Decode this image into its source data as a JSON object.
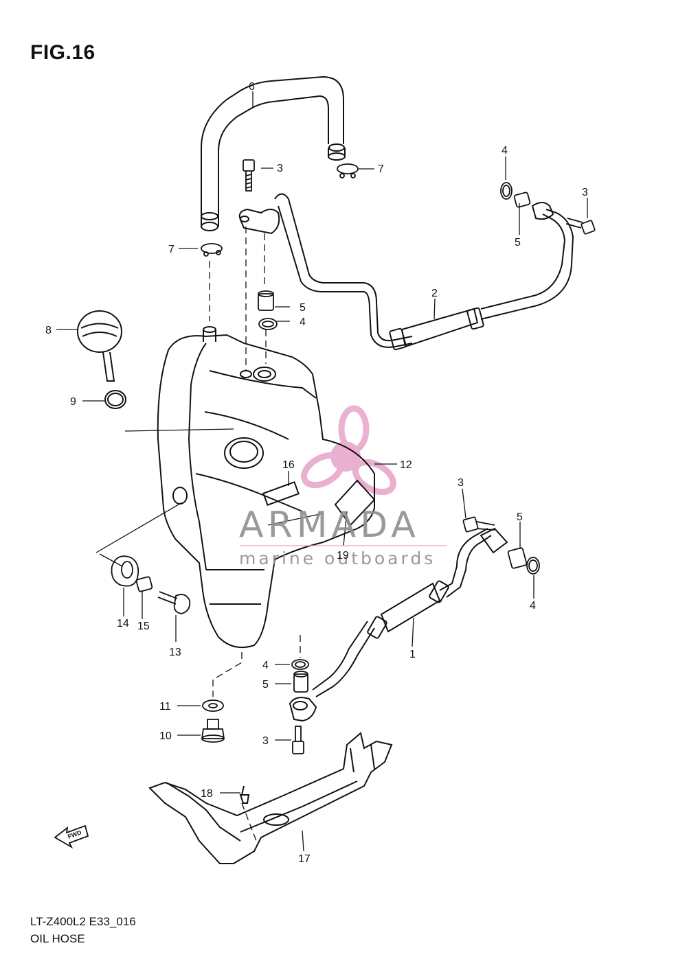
{
  "figure": {
    "title": "FIG.16",
    "model_code": "LT-Z400L2 E33_016",
    "caption": "OIL HOSE"
  },
  "watermark": {
    "brand": "ARMADA",
    "tagline": "marine outboards",
    "brand_color": "#8f8f8f",
    "logo_color": "#e6a3c8"
  },
  "direction_marker": {
    "label": "FWD"
  },
  "callouts": [
    {
      "id": "c6",
      "label": "6"
    },
    {
      "id": "c3a",
      "label": "3"
    },
    {
      "id": "c7a",
      "label": "7"
    },
    {
      "id": "c4a",
      "label": "4"
    },
    {
      "id": "c3b",
      "label": "3"
    },
    {
      "id": "c5a",
      "label": "5"
    },
    {
      "id": "c7b",
      "label": "7"
    },
    {
      "id": "c5b",
      "label": "5"
    },
    {
      "id": "c4b",
      "label": "4"
    },
    {
      "id": "c2",
      "label": "2"
    },
    {
      "id": "c8",
      "label": "8"
    },
    {
      "id": "c9",
      "label": "9"
    },
    {
      "id": "c12",
      "label": "12"
    },
    {
      "id": "c16",
      "label": "16"
    },
    {
      "id": "c3c",
      "label": "3"
    },
    {
      "id": "c5c",
      "label": "5"
    },
    {
      "id": "c19",
      "label": "19"
    },
    {
      "id": "c4c",
      "label": "4"
    },
    {
      "id": "c14",
      "label": "14"
    },
    {
      "id": "c15",
      "label": "15"
    },
    {
      "id": "c13",
      "label": "13"
    },
    {
      "id": "c1",
      "label": "1"
    },
    {
      "id": "c4d",
      "label": "4"
    },
    {
      "id": "c5d",
      "label": "5"
    },
    {
      "id": "c11",
      "label": "11"
    },
    {
      "id": "c10",
      "label": "10"
    },
    {
      "id": "c3d",
      "label": "3"
    },
    {
      "id": "c18",
      "label": "18"
    },
    {
      "id": "c17",
      "label": "17"
    }
  ]
}
